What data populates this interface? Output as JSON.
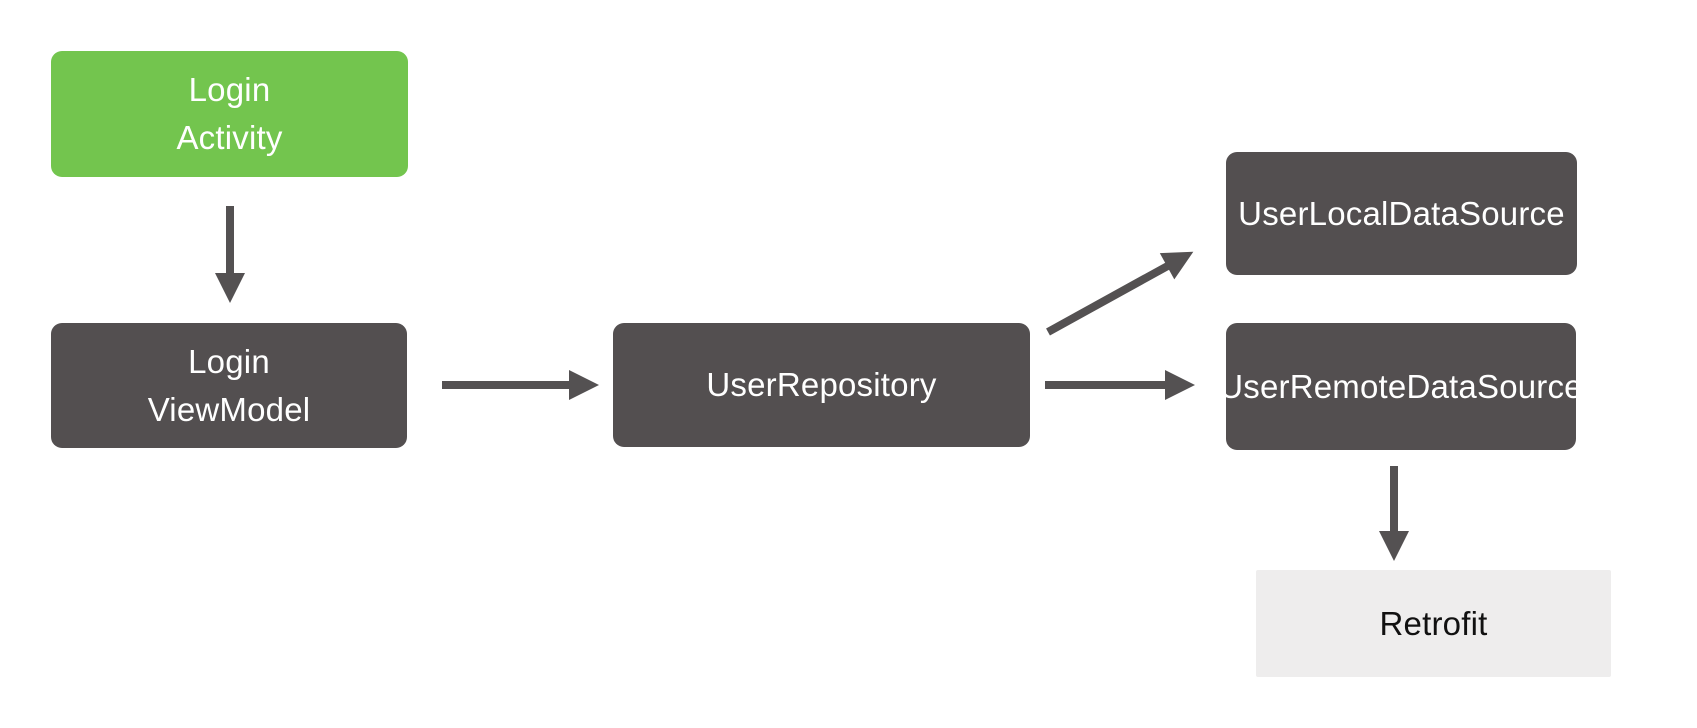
{
  "diagram": {
    "description": "Android app architecture flow diagram",
    "nodes": {
      "login_activity": {
        "label": "Login\nActivity",
        "kind": "ui-layer"
      },
      "login_viewmodel": {
        "label": "Login\nViewModel",
        "kind": "viewmodel-layer"
      },
      "user_repository": {
        "label": "UserRepository",
        "kind": "repository-layer"
      },
      "user_local_data_source": {
        "label": "UserLocalDataSource",
        "kind": "data-source"
      },
      "user_remote_data_source": {
        "label": "UserRemoteDataSource",
        "kind": "data-source"
      },
      "retrofit": {
        "label": "Retrofit",
        "kind": "network-library"
      }
    },
    "edges": [
      {
        "from": "login_activity",
        "to": "login_viewmodel",
        "direction": "down"
      },
      {
        "from": "login_viewmodel",
        "to": "user_repository",
        "direction": "right"
      },
      {
        "from": "user_repository",
        "to": "user_local_data_source",
        "direction": "up-right"
      },
      {
        "from": "user_repository",
        "to": "user_remote_data_source",
        "direction": "right"
      },
      {
        "from": "user_remote_data_source",
        "to": "retrofit",
        "direction": "down"
      }
    ]
  },
  "colors": {
    "node-green": "#73C54E",
    "node-dark": "#534F50",
    "node-light": "#EEEDED",
    "arrow": "#545152",
    "text-light": "#FFFFFF",
    "text-dark": "#111111",
    "background": "#FFFFFF"
  }
}
